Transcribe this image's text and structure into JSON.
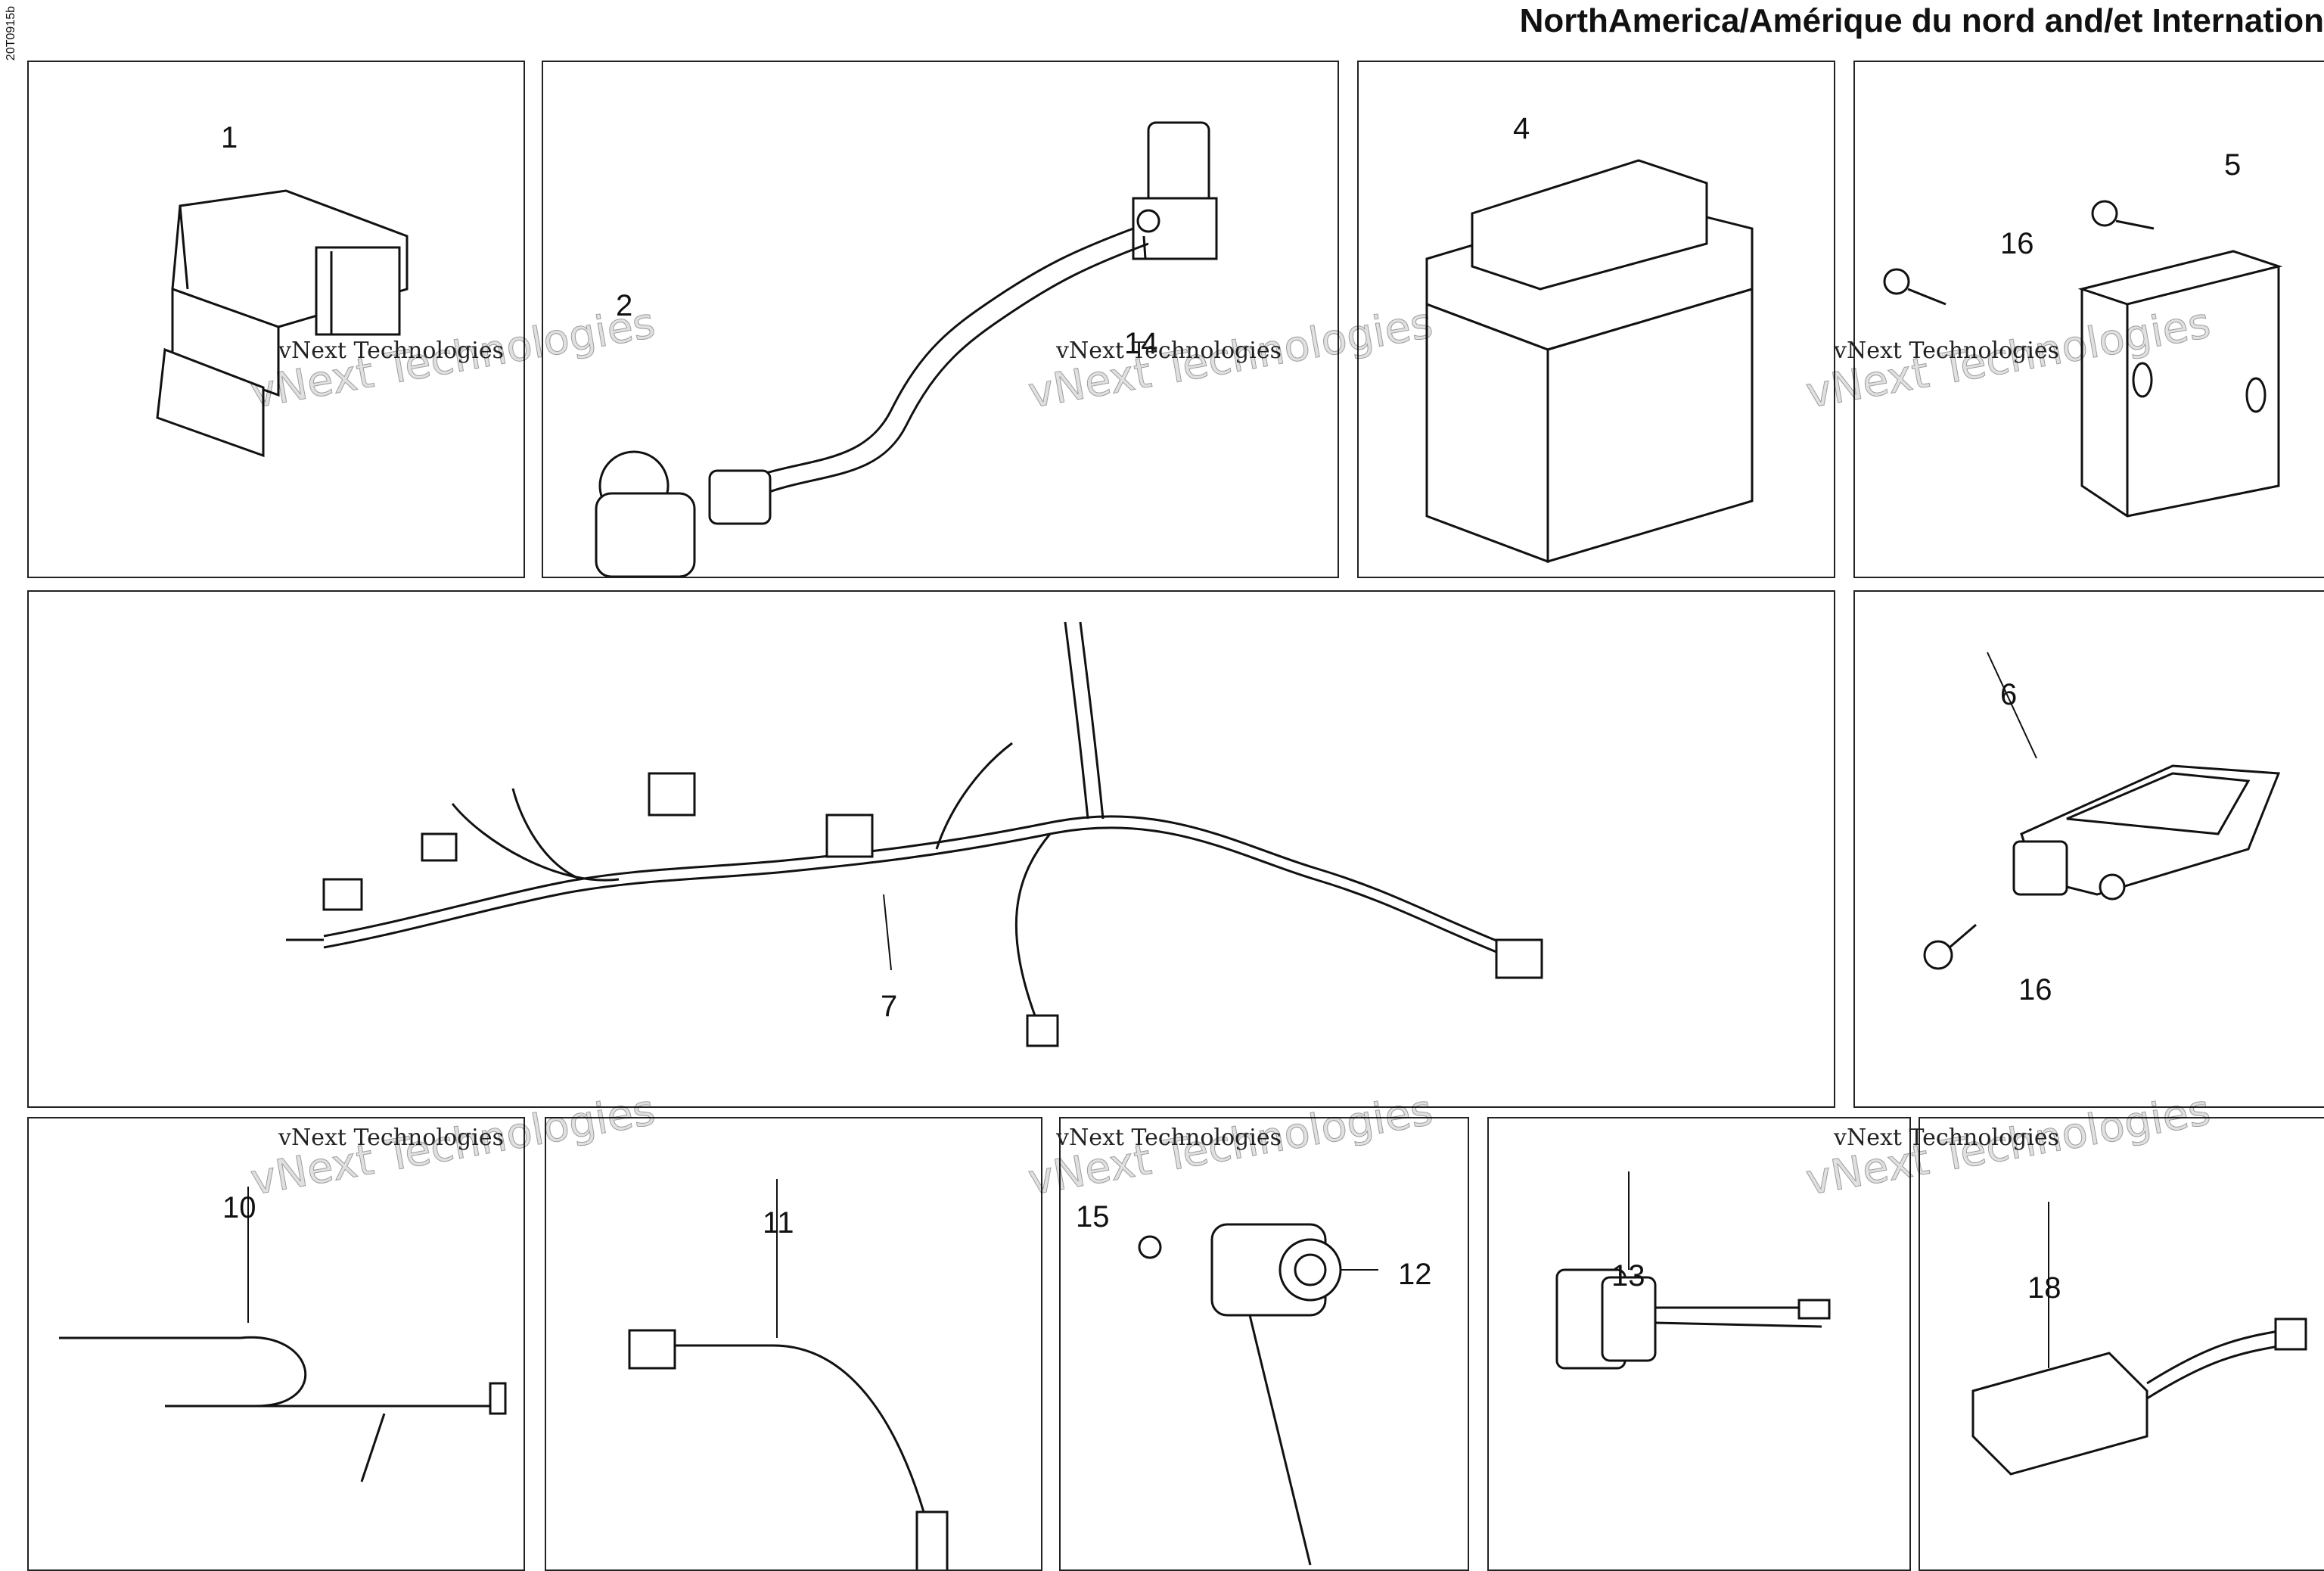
{
  "header": {
    "title": "NorthAmerica/Amérique du nord and/et Internation",
    "side_code": "20T0915b"
  },
  "watermark": {
    "line1": "vNext Technologies",
    "line2": "vNext Technologies"
  },
  "callouts": {
    "c1": "1",
    "c2": "2",
    "c4": "4",
    "c5": "5",
    "c6": "6",
    "c7": "7",
    "c10": "10",
    "c11": "11",
    "c12": "12",
    "c13": "13",
    "c14": "14",
    "c15": "15",
    "c16a": "16",
    "c16b": "16",
    "c18": "18"
  }
}
